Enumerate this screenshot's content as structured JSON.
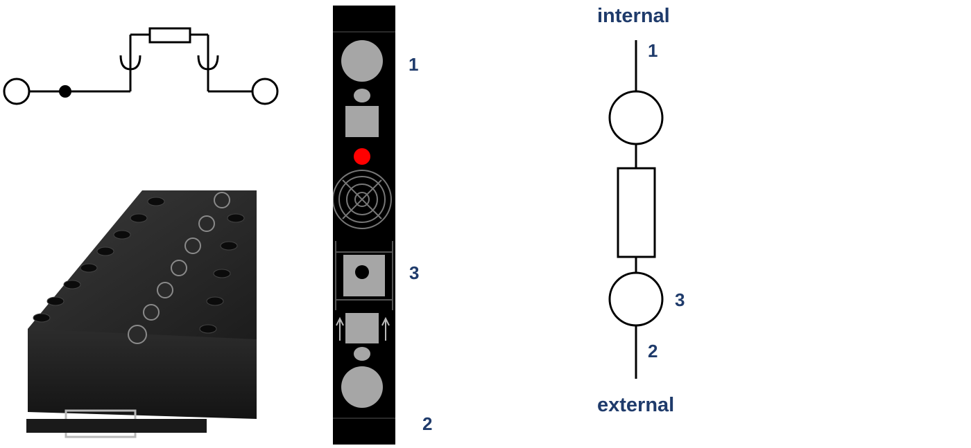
{
  "module_labels": {
    "terminal_1": "1",
    "terminal_3": "3",
    "terminal_2": "2"
  },
  "symbol_labels": {
    "top": "internal",
    "bottom": "external",
    "terminal_1": "1",
    "terminal_3": "3",
    "terminal_2": "2"
  },
  "colors": {
    "label": "#1f3b6b",
    "module_body": "#000000",
    "module_parts": "#a6a6a6",
    "status_led": "#ff0000",
    "terminal_block_photo": "#232323"
  }
}
